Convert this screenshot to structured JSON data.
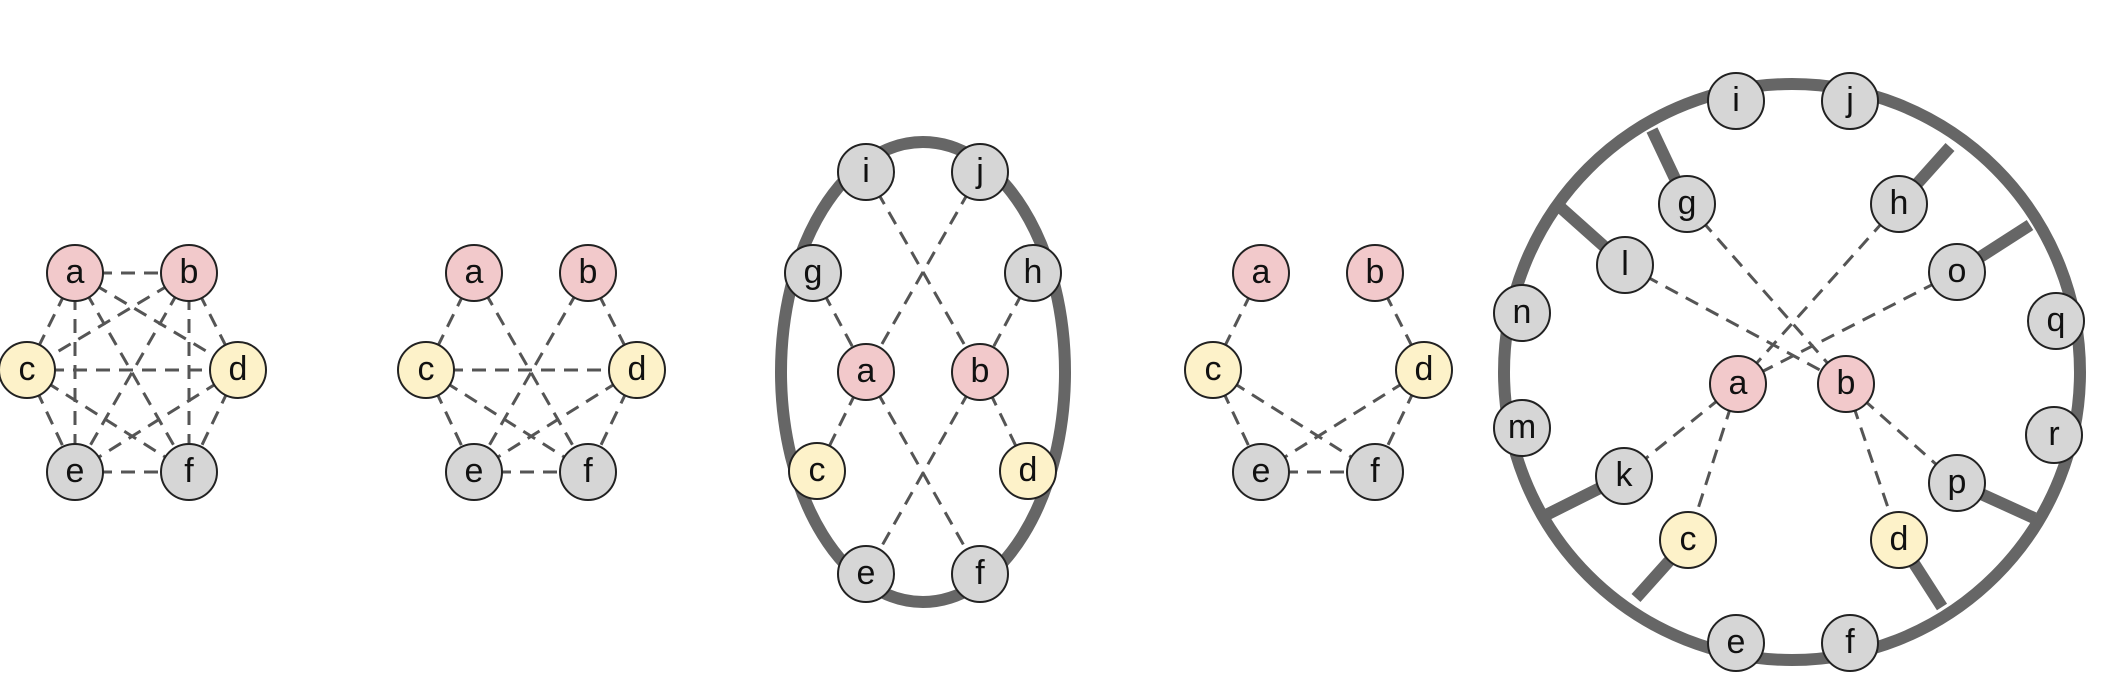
{
  "colors": {
    "red": "#f2c9cb",
    "yellow": "#fdf2c9",
    "gray": "#d6d6d6",
    "edge": "#555555",
    "ring": "#666666"
  },
  "graphs": [
    {
      "nodes": [
        {
          "id": "a",
          "label": "a",
          "color": "red"
        },
        {
          "id": "b",
          "label": "b",
          "color": "red"
        },
        {
          "id": "c",
          "label": "c",
          "color": "yellow"
        },
        {
          "id": "d",
          "label": "d",
          "color": "yellow"
        },
        {
          "id": "e",
          "label": "e",
          "color": "gray"
        },
        {
          "id": "f",
          "label": "f",
          "color": "gray"
        }
      ],
      "dashed_edges": [
        [
          "a",
          "b"
        ],
        [
          "a",
          "c"
        ],
        [
          "a",
          "d"
        ],
        [
          "a",
          "e"
        ],
        [
          "a",
          "f"
        ],
        [
          "b",
          "c"
        ],
        [
          "b",
          "d"
        ],
        [
          "b",
          "e"
        ],
        [
          "b",
          "f"
        ],
        [
          "c",
          "d"
        ],
        [
          "c",
          "e"
        ],
        [
          "c",
          "f"
        ],
        [
          "d",
          "e"
        ],
        [
          "d",
          "f"
        ],
        [
          "e",
          "f"
        ]
      ]
    },
    {
      "nodes": [
        {
          "id": "a",
          "label": "a",
          "color": "red"
        },
        {
          "id": "b",
          "label": "b",
          "color": "red"
        },
        {
          "id": "c",
          "label": "c",
          "color": "yellow"
        },
        {
          "id": "d",
          "label": "d",
          "color": "yellow"
        },
        {
          "id": "e",
          "label": "e",
          "color": "gray"
        },
        {
          "id": "f",
          "label": "f",
          "color": "gray"
        }
      ],
      "dashed_edges": [
        [
          "a",
          "c"
        ],
        [
          "a",
          "f"
        ],
        [
          "b",
          "d"
        ],
        [
          "b",
          "e"
        ],
        [
          "c",
          "d"
        ],
        [
          "c",
          "e"
        ],
        [
          "c",
          "f"
        ],
        [
          "d",
          "e"
        ],
        [
          "d",
          "f"
        ],
        [
          "e",
          "f"
        ]
      ]
    },
    {
      "nodes": [
        {
          "id": "i",
          "label": "i",
          "color": "gray"
        },
        {
          "id": "j",
          "label": "j",
          "color": "gray"
        },
        {
          "id": "g",
          "label": "g",
          "color": "gray"
        },
        {
          "id": "h",
          "label": "h",
          "color": "gray"
        },
        {
          "id": "a",
          "label": "a",
          "color": "red"
        },
        {
          "id": "b",
          "label": "b",
          "color": "red"
        },
        {
          "id": "c",
          "label": "c",
          "color": "yellow"
        },
        {
          "id": "d",
          "label": "d",
          "color": "yellow"
        },
        {
          "id": "e",
          "label": "e",
          "color": "gray"
        },
        {
          "id": "f",
          "label": "f",
          "color": "gray"
        }
      ],
      "dashed_edges": [
        [
          "i",
          "b"
        ],
        [
          "j",
          "a"
        ],
        [
          "g",
          "a"
        ],
        [
          "h",
          "b"
        ],
        [
          "a",
          "c"
        ],
        [
          "a",
          "f"
        ],
        [
          "b",
          "d"
        ],
        [
          "b",
          "e"
        ]
      ]
    },
    {
      "nodes": [
        {
          "id": "a",
          "label": "a",
          "color": "red"
        },
        {
          "id": "b",
          "label": "b",
          "color": "red"
        },
        {
          "id": "c",
          "label": "c",
          "color": "yellow"
        },
        {
          "id": "d",
          "label": "d",
          "color": "yellow"
        },
        {
          "id": "e",
          "label": "e",
          "color": "gray"
        },
        {
          "id": "f",
          "label": "f",
          "color": "gray"
        }
      ],
      "dashed_edges": [
        [
          "a",
          "c"
        ],
        [
          "b",
          "d"
        ],
        [
          "c",
          "e"
        ],
        [
          "c",
          "f"
        ],
        [
          "d",
          "e"
        ],
        [
          "d",
          "f"
        ],
        [
          "e",
          "f"
        ]
      ]
    },
    {
      "nodes": [
        {
          "id": "i",
          "label": "i",
          "color": "gray"
        },
        {
          "id": "j",
          "label": "j",
          "color": "gray"
        },
        {
          "id": "g",
          "label": "g",
          "color": "gray"
        },
        {
          "id": "h",
          "label": "h",
          "color": "gray"
        },
        {
          "id": "l",
          "label": "l",
          "color": "gray"
        },
        {
          "id": "o",
          "label": "o",
          "color": "gray"
        },
        {
          "id": "n",
          "label": "n",
          "color": "gray"
        },
        {
          "id": "q",
          "label": "q",
          "color": "gray"
        },
        {
          "id": "a",
          "label": "a",
          "color": "red"
        },
        {
          "id": "b",
          "label": "b",
          "color": "red"
        },
        {
          "id": "m",
          "label": "m",
          "color": "gray"
        },
        {
          "id": "r",
          "label": "r",
          "color": "gray"
        },
        {
          "id": "k",
          "label": "k",
          "color": "gray"
        },
        {
          "id": "p",
          "label": "p",
          "color": "gray"
        },
        {
          "id": "c",
          "label": "c",
          "color": "yellow"
        },
        {
          "id": "d",
          "label": "d",
          "color": "yellow"
        },
        {
          "id": "e",
          "label": "e",
          "color": "gray"
        },
        {
          "id": "f",
          "label": "f",
          "color": "gray"
        }
      ],
      "dashed_edges": [
        [
          "g",
          "b"
        ],
        [
          "h",
          "a"
        ],
        [
          "l",
          "b"
        ],
        [
          "o",
          "a"
        ],
        [
          "a",
          "k"
        ],
        [
          "a",
          "c"
        ],
        [
          "b",
          "p"
        ],
        [
          "b",
          "d"
        ]
      ]
    }
  ]
}
